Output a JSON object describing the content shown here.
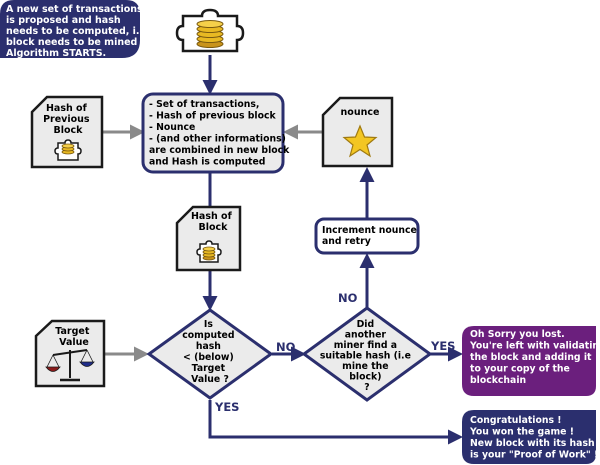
{
  "start_note": [
    "A new set of transactions",
    "is proposed and hash",
    "needs to be computed, i.e.",
    "block needs to be mined",
    "Algorithm STARTS."
  ],
  "prev_hash_doc": [
    "Hash of",
    "Previous",
    "Block"
  ],
  "combine_box": [
    "- Set of transactions,",
    "- Hash of previous block",
    "- Nounce",
    "- (and other informations)",
    "are combined in new block",
    "and Hash is computed"
  ],
  "nounce_doc": [
    "nounce"
  ],
  "increment_box": [
    "Increment nounce",
    "and retry"
  ],
  "hash_doc": [
    "Hash of",
    "Block"
  ],
  "target_doc": [
    "Target",
    "Value"
  ],
  "decision_computed": [
    "Is",
    "computed",
    "hash",
    "< (below)",
    "Target",
    "Value ?"
  ],
  "decision_other": [
    "Did",
    "another",
    "miner find a",
    "suitable hash (i.e",
    "mine the",
    "block)",
    "?"
  ],
  "labels": {
    "no1": "NO",
    "no2": "NO",
    "yes1": "YES",
    "yes2": "YES"
  },
  "lost_note": [
    "Oh Sorry you lost.",
    "You're left with validating",
    "the block and adding it",
    "to your copy of the",
    "blockchain"
  ],
  "win_note": [
    "Congratulations !",
    "You won the game !",
    "New block with its hash",
    "is your \"Proof of Work\" !"
  ],
  "colors": {
    "navy": "#2b2f6e",
    "purple": "#6b1f7d",
    "gray_fill": "#ebebeb",
    "arrow_gray": "#8a8a8a",
    "coin": "#e8b923"
  }
}
